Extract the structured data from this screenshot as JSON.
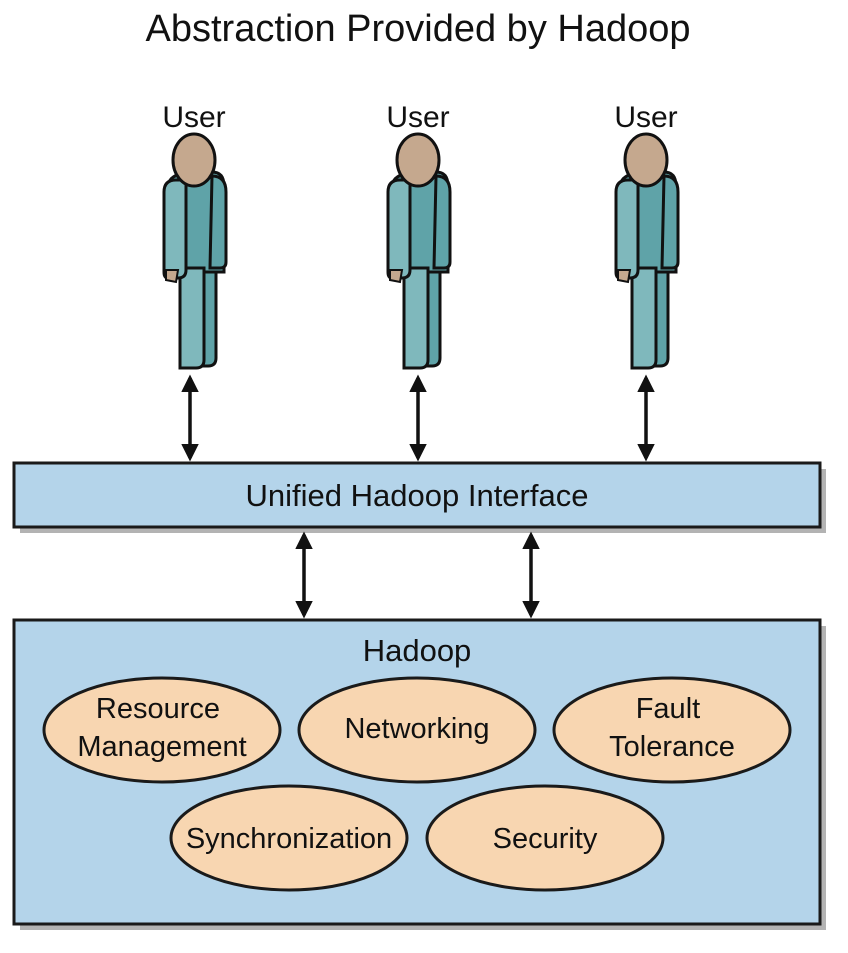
{
  "title": "Abstraction Provided by Hadoop",
  "users": [
    {
      "label": "User"
    },
    {
      "label": "User"
    },
    {
      "label": "User"
    }
  ],
  "interface": {
    "label": "Unified Hadoop Interface"
  },
  "hadoop": {
    "label": "Hadoop",
    "services": [
      {
        "lines": [
          "Resource",
          "Management"
        ]
      },
      {
        "lines": [
          "Networking"
        ]
      },
      {
        "lines": [
          "Fault",
          "Tolerance"
        ]
      },
      {
        "lines": [
          "Synchronization"
        ]
      },
      {
        "lines": [
          "Security"
        ]
      }
    ]
  },
  "colors": {
    "box_fill": "#b4d4ea",
    "box_stroke": "#1a1a1a",
    "shadow": "#b3b3b3",
    "ellipse_fill": "#f8d6b1",
    "user_body": "#5fa3a8",
    "user_body_light": "#7fb8bc",
    "user_head": "#c5a88e",
    "arrow": "#111111"
  }
}
